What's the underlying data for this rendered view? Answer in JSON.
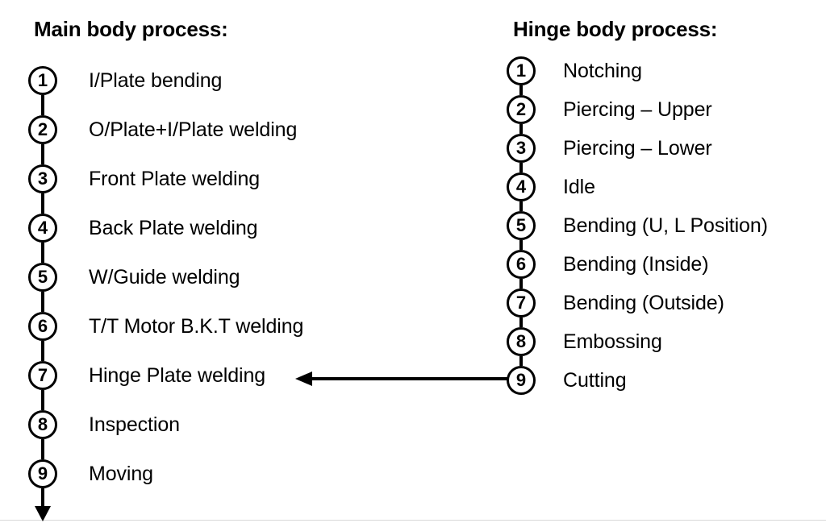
{
  "columns": {
    "main": {
      "title": "Main body process:",
      "steps": [
        {
          "num": "1",
          "label": "I/Plate bending"
        },
        {
          "num": "2",
          "label": "O/Plate+I/Plate welding"
        },
        {
          "num": "3",
          "label": "Front Plate welding"
        },
        {
          "num": "4",
          "label": "Back Plate welding"
        },
        {
          "num": "5",
          "label": "W/Guide welding"
        },
        {
          "num": "6",
          "label": "T/T Motor B.K.T welding"
        },
        {
          "num": "7",
          "label": "Hinge Plate welding"
        },
        {
          "num": "8",
          "label": "Inspection"
        },
        {
          "num": "9",
          "label": "Moving"
        }
      ]
    },
    "hinge": {
      "title": "Hinge body process:",
      "steps": [
        {
          "num": "1",
          "label": "Notching"
        },
        {
          "num": "2",
          "label": "Piercing – Upper"
        },
        {
          "num": "3",
          "label": "Piercing – Lower"
        },
        {
          "num": "4",
          "label": "Idle"
        },
        {
          "num": "5",
          "label": "Bending (U, L Position)"
        },
        {
          "num": "6",
          "label": "Bending (Inside)"
        },
        {
          "num": "7",
          "label": "Bending (Outside)"
        },
        {
          "num": "8",
          "label": "Embossing"
        },
        {
          "num": "9",
          "label": "Cutting"
        }
      ]
    }
  },
  "connectors": {
    "cross_link": {
      "from_step": "9",
      "from_column": "hinge",
      "to_step": "7",
      "to_column": "main",
      "direction": "right-to-left"
    },
    "flow_end": {
      "after_step": "9",
      "column": "main",
      "direction": "down"
    }
  },
  "style": {
    "stroke_color": "#000000",
    "background_color": "#ffffff",
    "rule_color": "#d8d8d8"
  }
}
